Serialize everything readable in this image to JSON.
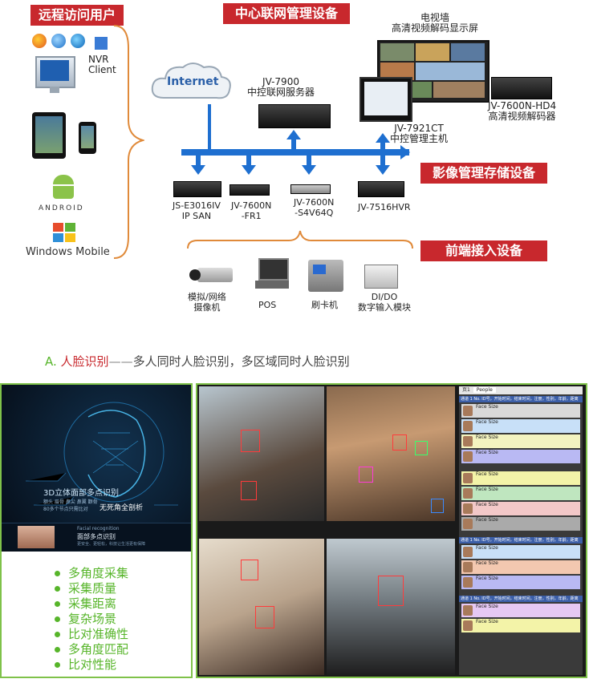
{
  "labels": {
    "remote_users": "远程访问用户",
    "center_devices": "中心联网管理设备",
    "storage_devices": "影像管理存储设备",
    "frontend_devices": "前端接入设备"
  },
  "remote": {
    "nvr": "NVR\nClient",
    "android": "ANDROID",
    "windows_mobile": "Windows Mobile"
  },
  "internet": "Internet",
  "center": {
    "tv_wall": "电视墙\n高清视频解码显示屏",
    "jv7900": "JV-7900\n中控联网服务器",
    "jv7921": "JV-7921CT\n中控管理主机",
    "jv7600nhd4": "JV-7600N-HD4\n高清视频解码器"
  },
  "storage": [
    {
      "caption": "JS-E3016IV\nIP SAN"
    },
    {
      "caption": "JV-7600N\n-FR1"
    },
    {
      "caption": "JV-7600N\n-S4V64Q"
    },
    {
      "caption": "JV-7516HVR"
    }
  ],
  "frontend": [
    {
      "caption": "模拟/网络\n摄像机"
    },
    {
      "caption": "POS"
    },
    {
      "caption": "刷卡机"
    },
    {
      "caption": "DI/DO\n数字输入模块"
    }
  ],
  "section": {
    "prefix": "A. ",
    "title": "人脸识别",
    "dash": "——",
    "desc": "多人同时人脸识别，多区域同时人脸识别"
  },
  "poster": {
    "line1": "3D立体面部多点识别",
    "line2a": "额头 眉骨 鼻尖 鼻翼 颧骨",
    "line2b": "80多个节点只需比对",
    "line2c": "无死角全剖析",
    "band_en": "Facial recognition",
    "band_cn": "面部多点识别",
    "band_sub": "更安全、更轻松，科技让生活更有保障"
  },
  "features": [
    "多角度采集",
    "采集质量",
    "采集距离",
    "复杂场景",
    "比对准确性",
    "多角度匹配",
    "比对性能"
  ],
  "sidebar": {
    "tab1": "页1",
    "tab2": "People",
    "header": "通道 1 No. ID号，开始时间，结束时间，注册，性别，年龄，距离",
    "face_size": "Face Size"
  },
  "colors": {
    "red": "#c8282d",
    "blue": "#1e6fd0",
    "green": "#57b52a",
    "orange": "#e08a3a"
  }
}
